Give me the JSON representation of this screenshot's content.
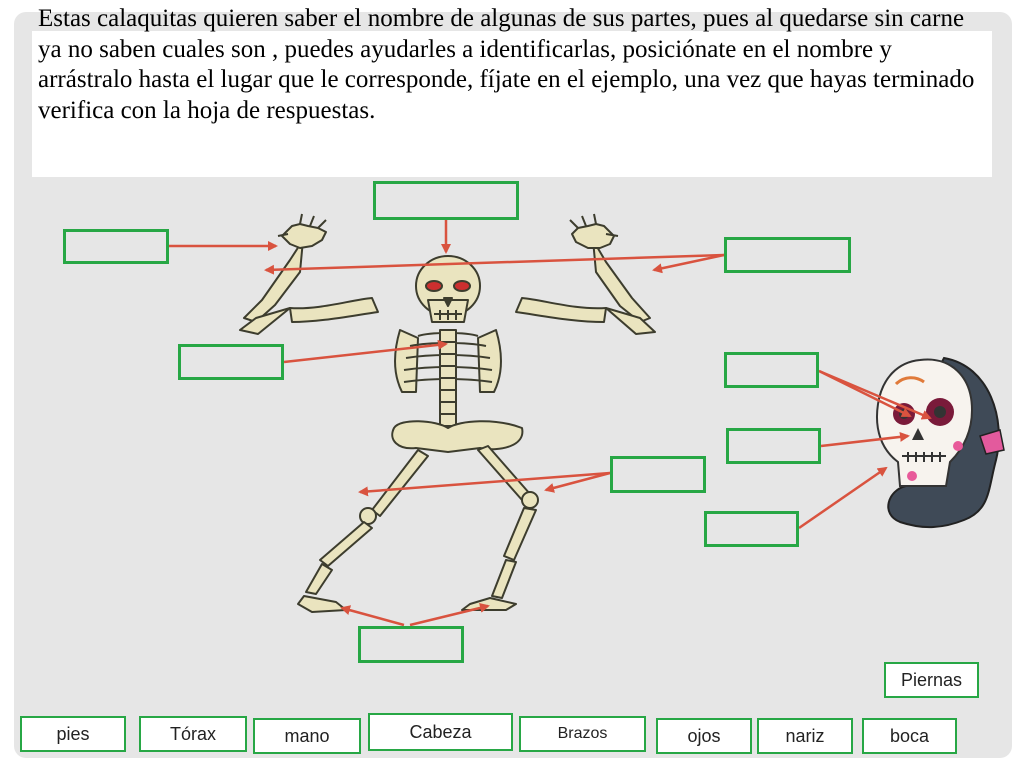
{
  "instructions": {
    "text": "Estas calaquitas quieren saber el nombre de algunas de sus partes, pues al quedarse sin carne ya no saben cuales son , puedes ayudarles a identificarlas, posiciónate en el nombre  y arrástralo  hasta el lugar que le corresponde, fíjate en el ejemplo,  una vez que hayas terminado  verifica con la hoja de respuestas."
  },
  "colors": {
    "box_border": "#27a745",
    "arrow": "#d9533f",
    "slide_background": "#e6e6e6"
  },
  "word_bank": {
    "piernas": "Piernas",
    "pies": "pies",
    "torax": "Tórax",
    "mano": "mano",
    "cabeza": "Cabeza",
    "brazos": "Brazos",
    "ojos": "ojos",
    "nariz": "nariz",
    "boca": "boca"
  },
  "figures": {
    "skeleton": "skeleton-illustration",
    "skull": "sugar-skull-catrina-illustration"
  }
}
